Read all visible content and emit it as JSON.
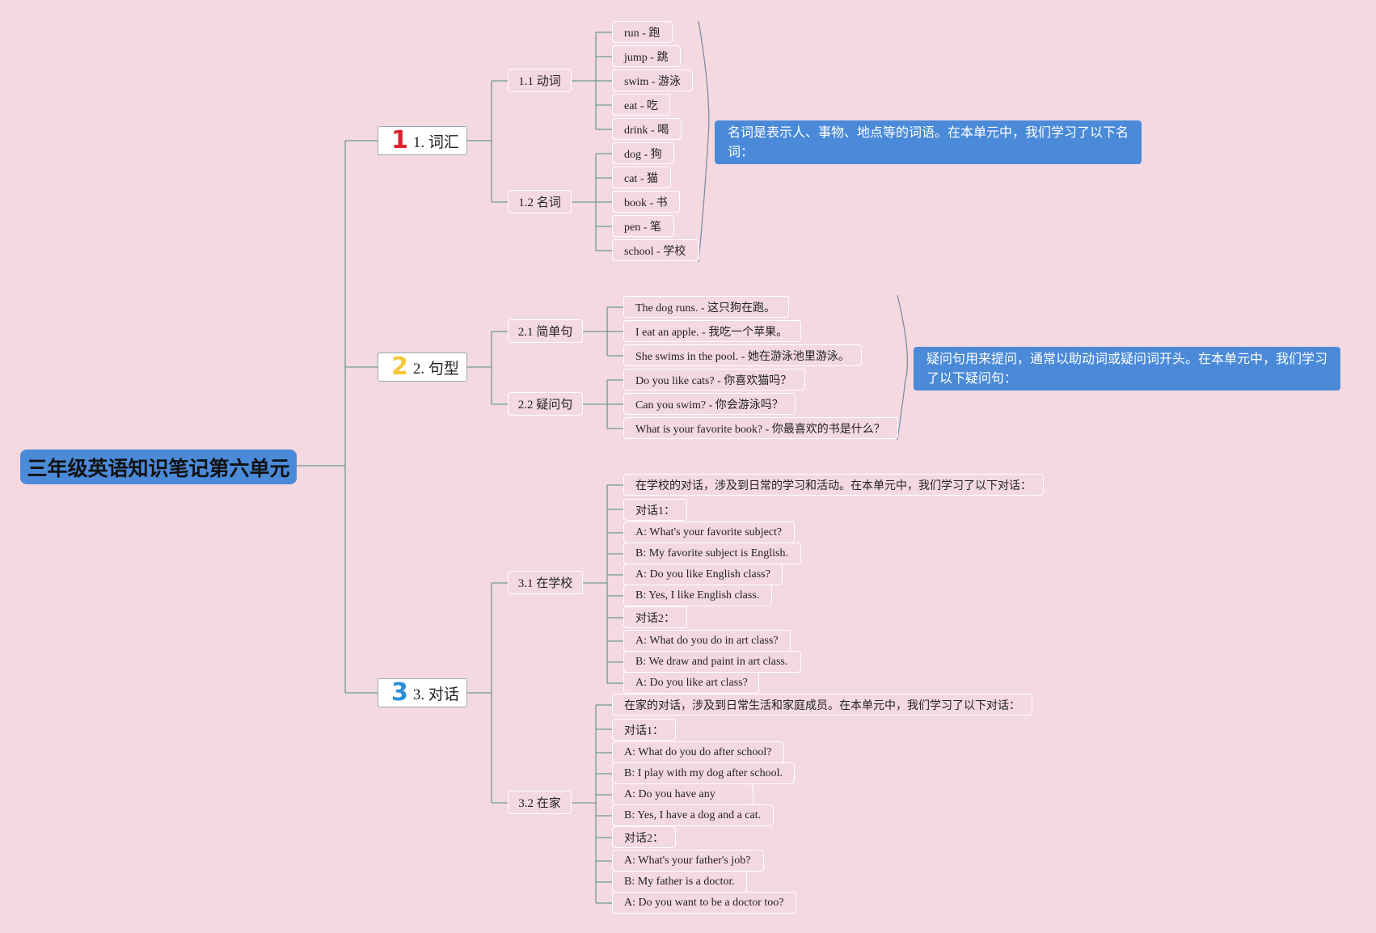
{
  "title": "三年级英语知识笔记第六单元",
  "sections": [
    {
      "number": "1",
      "label": "1. 词汇",
      "color": "#d9222e",
      "subs": [
        {
          "label": "1.1 动词",
          "items": [
            "run - 跑",
            "jump - 跳",
            "swim - 游泳",
            "eat - 吃",
            "drink - 喝"
          ]
        },
        {
          "label": "1.2 名词",
          "items": [
            "dog - 狗",
            "cat - 猫",
            "book - 书",
            "pen - 笔",
            "school - 学校"
          ]
        }
      ],
      "note": "名词是表示人、事物、地点等的词语。在本单元中，我们学习了以下名词："
    },
    {
      "number": "2",
      "label": "2. 句型",
      "color": "#f5c73a",
      "subs": [
        {
          "label": "2.1 简单句",
          "items": [
            "The dog runs. - 这只狗在跑。",
            "I eat an apple. - 我吃一个苹果。",
            "She swims in the pool. - 她在游泳池里游泳。"
          ]
        },
        {
          "label": "2.2 疑问句",
          "items": [
            "Do you like cats? - 你喜欢猫吗？",
            "Can you swim? - 你会游泳吗？",
            "What is your favorite book? - 你最喜欢的书是什么？"
          ]
        }
      ],
      "note": "疑问句用来提问，通常以助动词或疑问词开头。在本单元中，我们学习了以下疑问句："
    },
    {
      "number": "3",
      "label": "3. 对话",
      "color": "#2a8fd6",
      "subs": [
        {
          "label": "3.1 在学校",
          "items": [
            "在学校的对话，涉及到日常的学习和活动。在本单元中，我们学习了以下对话：",
            "对话1：",
            "A: What's your favorite subject?",
            "B: My favorite subject is English.",
            "A: Do you like English class?",
            "B: Yes, I like English class.",
            "对话2：",
            "A: What do you do in art class?",
            "B: We draw and paint in art class.",
            "A: Do you like art class?"
          ]
        },
        {
          "label": "3.2 在家",
          "items": [
            "在家的对话，涉及到日常生活和家庭成员。在本单元中，我们学习了以下对话：",
            "对话1：",
            "A: What do you do after school?",
            "B: I play with my dog after school.",
            "A: Do you have any",
            "B: Yes, I have a dog and a cat.",
            "对话2：",
            "A: What's your father's job?",
            "B: My father is a doctor.",
            "A: Do you want to be a doctor too?"
          ]
        }
      ]
    }
  ]
}
